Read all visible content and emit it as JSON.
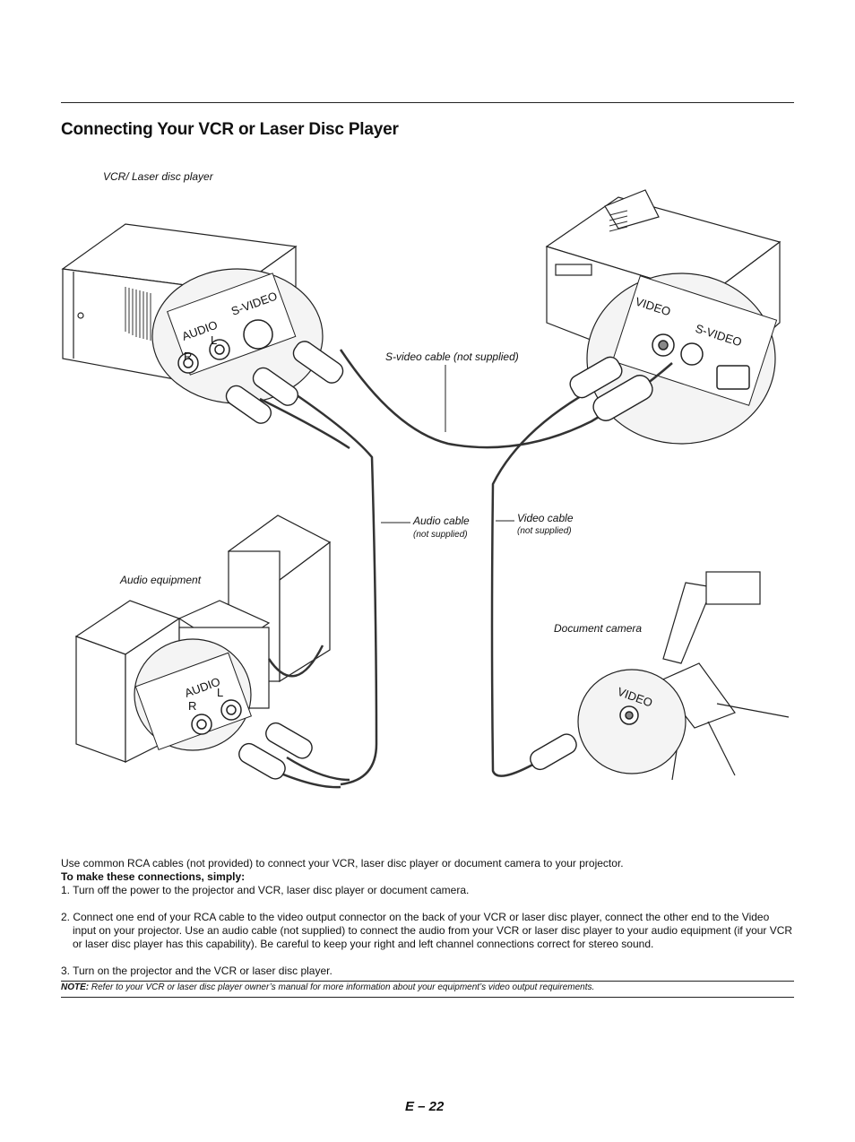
{
  "title": "Connecting Your VCR or Laser Disc Player",
  "diagram": {
    "vcr_label": "VCR/ Laser disc player",
    "svideo_cable_label": "S-video cable (not supplied)",
    "audio_cable_label": "Audio cable",
    "audio_cable_sub": "(not supplied)",
    "video_cable_label": "Video cable",
    "video_cable_sub": "(not supplied)",
    "audio_equipment_label": "Audio equipment",
    "document_camera_label": "Document camera",
    "port_audio": "AUDIO",
    "port_svideo": "S-VIDEO",
    "port_video": "VIDEO",
    "port_r": "R",
    "port_l": "L"
  },
  "body": {
    "intro": "Use common RCA cables (not provided) to connect your VCR, laser disc player or document camera to your projector.",
    "heading": "To make these connections, simply:",
    "step1": "1. Turn off the power to the projector and VCR, laser disc player or document camera.",
    "step2": "2. Connect one end of your RCA cable to the video output connector on the back of your VCR or laser disc player, connect the other end to the Video input on your projector. Use an audio cable (not supplied) to connect the audio from your VCR or laser disc player to your audio equipment (if your VCR or laser disc player has this capability). Be careful to keep your right and left channel connections correct for stereo sound.",
    "step3": "3. Turn on the projector and the VCR or laser disc player."
  },
  "note": {
    "label": "NOTE:",
    "text": " Refer to your VCR or laser disc player owner’s manual for more information about your equipment’s video output requirements."
  },
  "page_number": "E – 22"
}
